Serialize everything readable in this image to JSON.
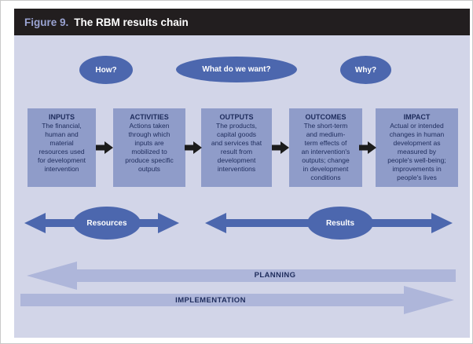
{
  "header": {
    "figure_label": "Figure 9.",
    "title": "The RBM results chain"
  },
  "questions": [
    {
      "label": "How?"
    },
    {
      "label": "What do we want?"
    },
    {
      "label": "Why?"
    }
  ],
  "chain": [
    {
      "title": "INPUTS",
      "body": "The financial,\nhuman and\nmaterial\nresources used\nfor development\nintervention"
    },
    {
      "title": "ACTIVITIES",
      "body": "Actions taken\nthrough which\ninputs are\nmobilized to\nproduce specific\noutputs"
    },
    {
      "title": "OUTPUTS",
      "body": "The products,\ncapital goods\nand services that\nresult from\ndevelopment\ninterventions"
    },
    {
      "title": "OUTCOMES",
      "body": "The short-term\nand medium-\nterm effects of\nan intervention's\noutputs; change\nin development\nconditions"
    },
    {
      "title": "IMPACT",
      "body": "Actual or intended\nchanges in human\ndevelopment as\nmeasured by\npeople's well-being;\nimprovements in\npeople's lives"
    }
  ],
  "span_labels": {
    "resources": "Resources",
    "results": "Results"
  },
  "process_arrows": {
    "planning": "PLANNING",
    "implementation": "IMPLEMENTATION"
  },
  "colors": {
    "header_bg": "#221e1f",
    "figure_label": "#9aa3d2",
    "panel_bg": "#d2d5e8",
    "box_bg": "#8f9cc9",
    "dark_navy_text": "#1e2c5c",
    "blue_oval": "#4c67ae",
    "process_band": "#aeb6da",
    "flow_arrow": "#1c1c1c"
  }
}
